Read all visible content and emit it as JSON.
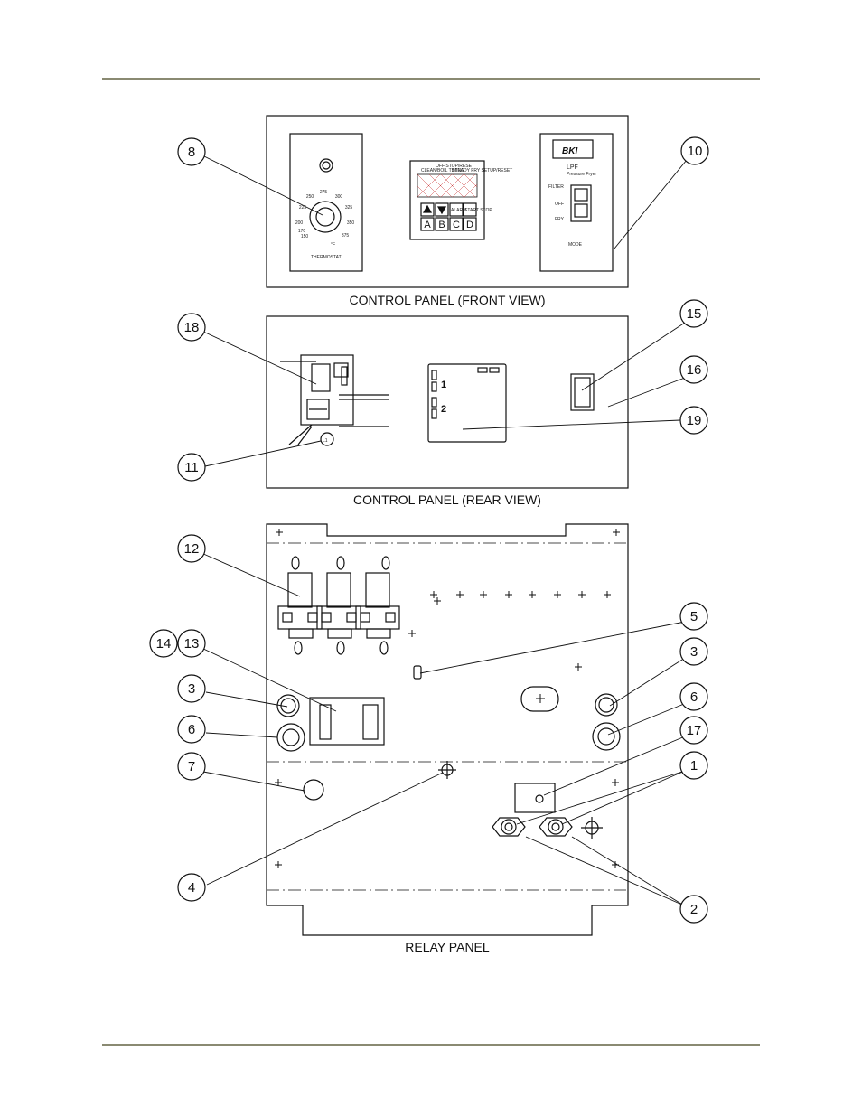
{
  "captions": {
    "front": "CONTROL PANEL (FRONT VIEW)",
    "rear": "CONTROL PANEL (REAR VIEW)",
    "relay": "RELAY PANEL"
  },
  "thermostat": {
    "label": "THERMOSTAT",
    "ticks": [
      "150",
      "170",
      "200",
      "225",
      "250",
      "275",
      "300",
      "325",
      "350",
      "375"
    ],
    "unit": "°F"
  },
  "controller": {
    "header_left": "OFF  STOP/RESET",
    "sub_left": "CLEAN/BOIL TIMING",
    "sub_right": "STEADY FRY SETUP/RESET",
    "alarm": "ALARM",
    "start_stop": "START STOP",
    "keys": [
      "A",
      "B",
      "C",
      "D"
    ]
  },
  "mode_panel": {
    "brand": "BKI",
    "model": "LPF",
    "model_sub": "Pressure Fryer",
    "positions": [
      "FILTER",
      "OFF",
      "FRY"
    ],
    "label": "MODE"
  },
  "rear_board": {
    "terminals": [
      "1",
      "2"
    ]
  },
  "relay": {
    "terminal_label": "L1"
  },
  "callouts": [
    "8",
    "10",
    "18",
    "15",
    "16",
    "19",
    "11",
    "12",
    "5",
    "14",
    "13",
    "3",
    "3",
    "6",
    "6",
    "17",
    "7",
    "1",
    "4",
    "2"
  ]
}
